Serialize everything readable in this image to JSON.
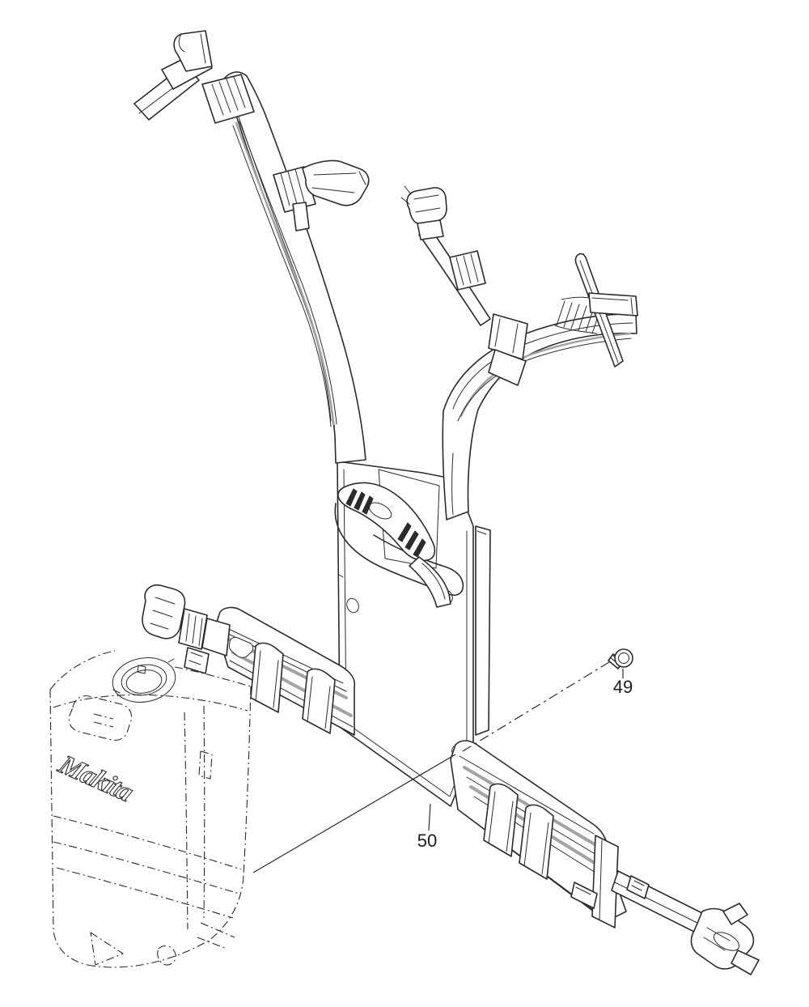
{
  "diagram": {
    "brand_text": "Makita",
    "callouts": [
      {
        "id": "50",
        "target": "harness-frame-assembly"
      },
      {
        "id": "49",
        "target": "pan-head-screw"
      }
    ],
    "colors": {
      "background": "#ffffff",
      "line": "#2b2b2b",
      "accent_gray": "#a3a3a3",
      "label_text": "#1c1c1c"
    }
  }
}
